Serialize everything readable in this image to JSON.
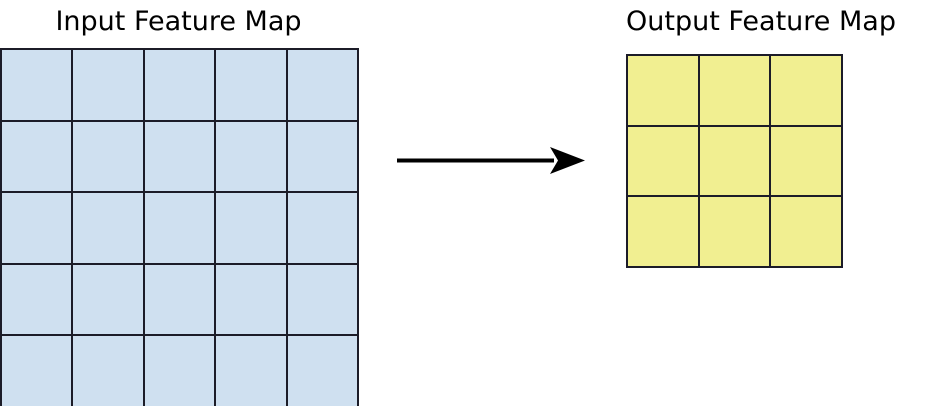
{
  "diagram": {
    "title_input": "Input Feature Map",
    "title_output": "Output Feature Map",
    "background_color": "#ffffff",
    "line_color": "#1c1c28",
    "arrow_color": "#000000",
    "arrow_label": ""
  },
  "input_feature_map": {
    "label": "Input Feature Map",
    "rows": 5,
    "cols": 5,
    "cell_color": "#cfe0f0",
    "cells": [
      [
        "",
        "",
        "",
        "",
        ""
      ],
      [
        "",
        "",
        "",
        "",
        ""
      ],
      [
        "",
        "",
        "",
        "",
        ""
      ],
      [
        "",
        "",
        "",
        "",
        ""
      ],
      [
        "",
        "",
        "",
        "",
        ""
      ]
    ]
  },
  "output_feature_map": {
    "label": "Output Feature Map",
    "rows": 3,
    "cols": 3,
    "cell_color": "#f1ef91",
    "cells": [
      [
        "",
        "",
        ""
      ],
      [
        "",
        "",
        ""
      ],
      [
        "",
        "",
        ""
      ]
    ]
  }
}
